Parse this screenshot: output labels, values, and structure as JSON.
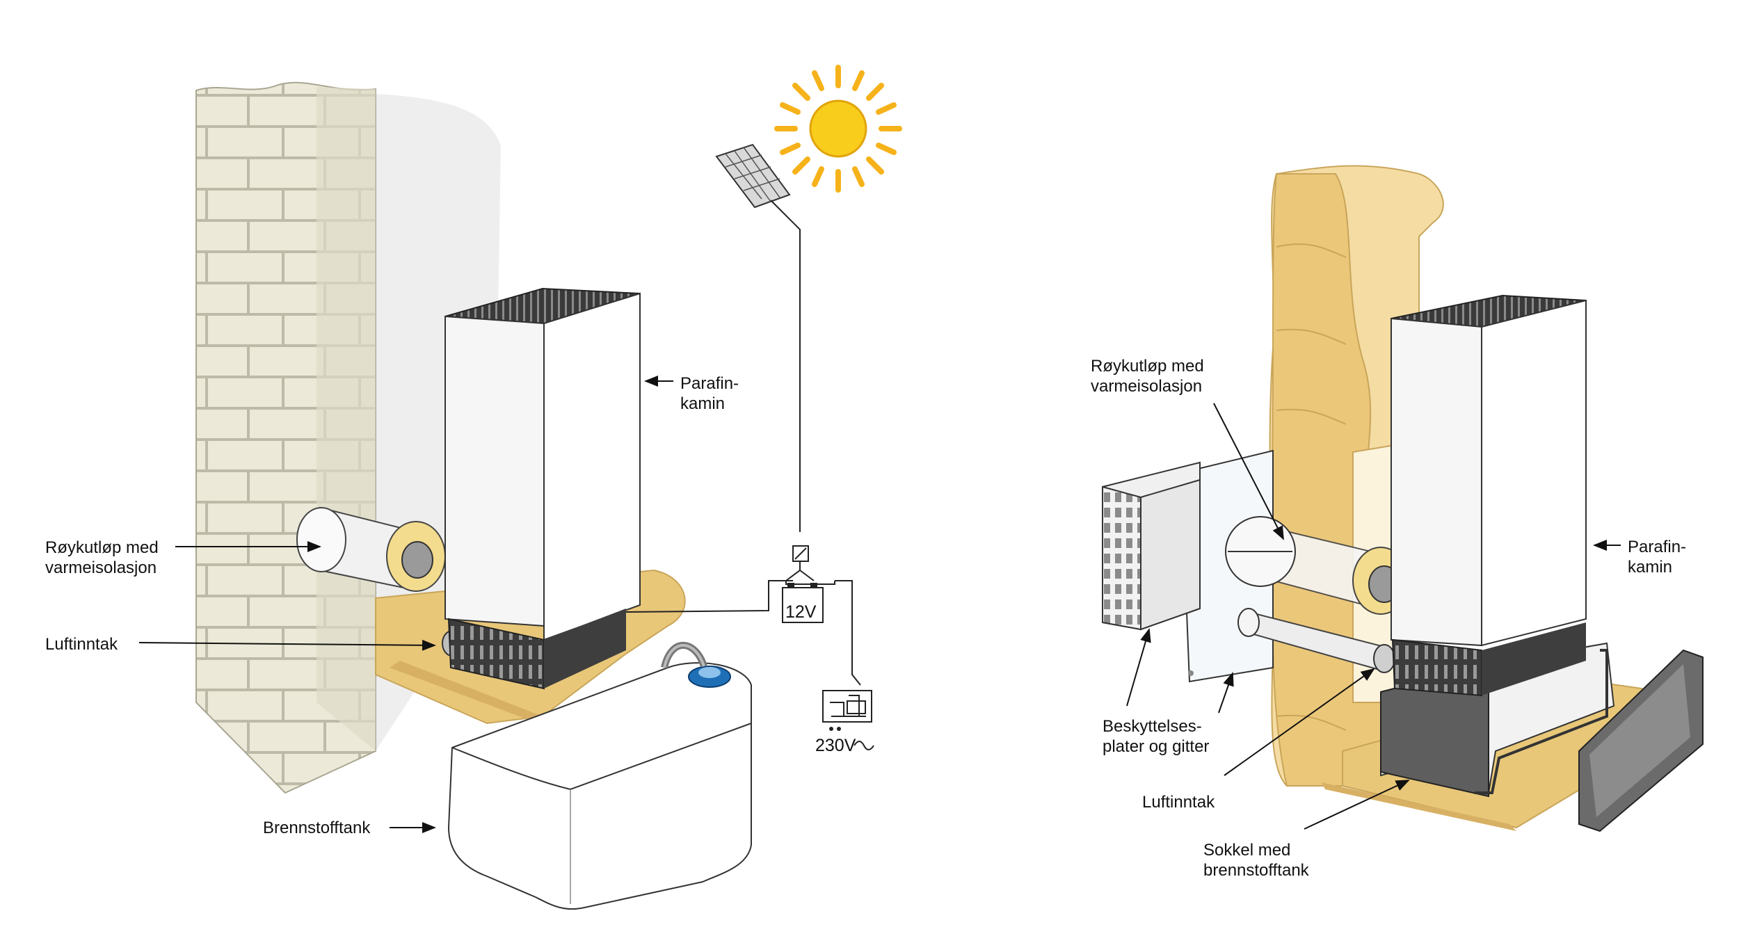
{
  "left_diagram": {
    "labels": {
      "heater": "Parafin-\nkamin",
      "flue": "Røykutløp med\nvarmeisolasjon",
      "air_intake": "Luftinntak",
      "fuel_tank": "Brennstofftank"
    },
    "voltage_12": "12V",
    "voltage_230": "230V"
  },
  "right_diagram": {
    "labels": {
      "flue": "Røykutløp med\nvarmeisolasjon",
      "heater": "Parafin-\nkamin",
      "plates": "Beskyttelses-\nplater og gitter",
      "air_intake": "Luftinntak",
      "base": "Sokkel med\nbrennstofftank"
    }
  },
  "colors": {
    "brick": "#ece9d8",
    "brick_line": "#b9b6a4",
    "wood": "#ebc77a",
    "wood_light": "#f4dca3",
    "floor": "#e8c779",
    "heater_body": "#f4f4f4",
    "heater_dark": "#4a4a4a",
    "sun": "#f9cd1b",
    "tank_cap": "#1f6fb6"
  }
}
